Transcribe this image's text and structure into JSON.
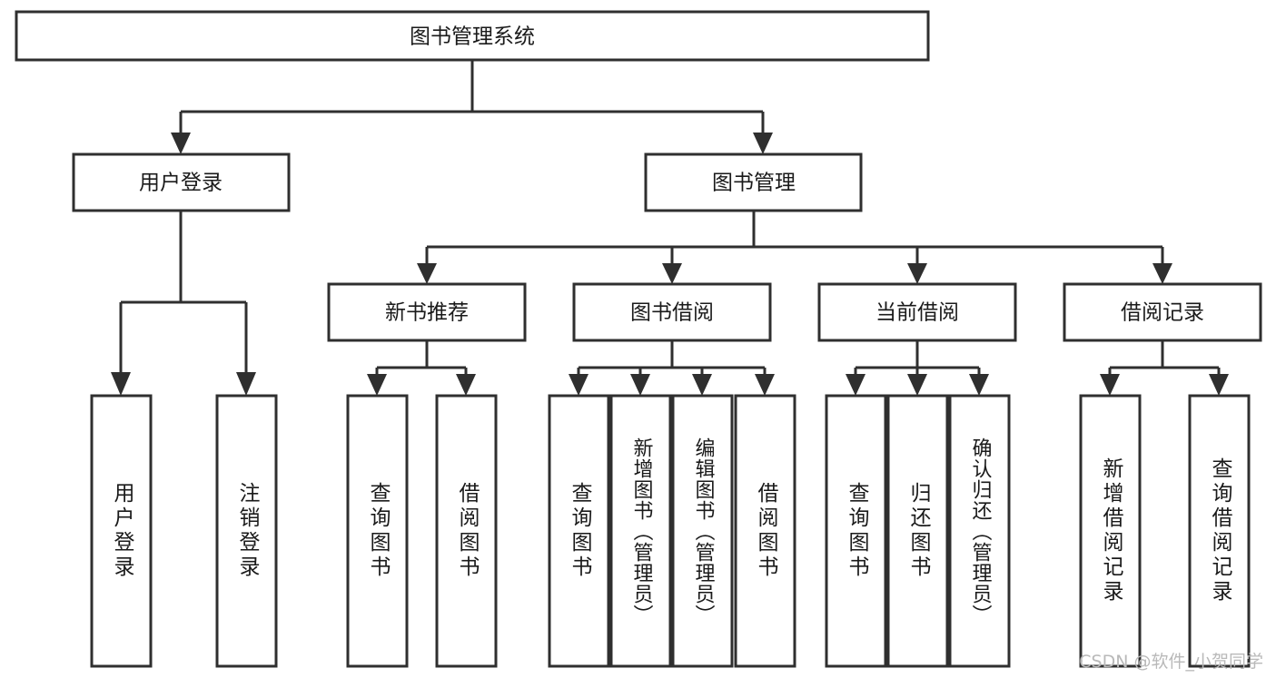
{
  "diagram": {
    "title": "图书管理系统",
    "root": {
      "label": "图书管理系统"
    },
    "level2": [
      {
        "label": "用户登录"
      },
      {
        "label": "图书管理"
      }
    ],
    "level3": [
      {
        "label": "新书推荐"
      },
      {
        "label": "图书借阅"
      },
      {
        "label": "当前借阅"
      },
      {
        "label": "借阅记录"
      }
    ],
    "leaves": [
      {
        "label": "用户登录"
      },
      {
        "label": "注销登录"
      },
      {
        "label": "查询图书"
      },
      {
        "label": "借阅图书"
      },
      {
        "label": "查询图书"
      },
      {
        "label": "新增图书（管理员）"
      },
      {
        "label": "编辑图书（管理员）"
      },
      {
        "label": "借阅图书"
      },
      {
        "label": "查询图书"
      },
      {
        "label": "归还图书"
      },
      {
        "label": "确认归还（管理员）"
      },
      {
        "label": "新增借阅记录"
      },
      {
        "label": "查询借阅记录"
      }
    ]
  },
  "watermark": {
    "text": "CSDN @软件_小贺同学"
  },
  "colors": {
    "stroke": "#2f2f2f",
    "fill": "#ffffff",
    "text": "#1a1a1a",
    "watermark": "#b9b9b9"
  }
}
